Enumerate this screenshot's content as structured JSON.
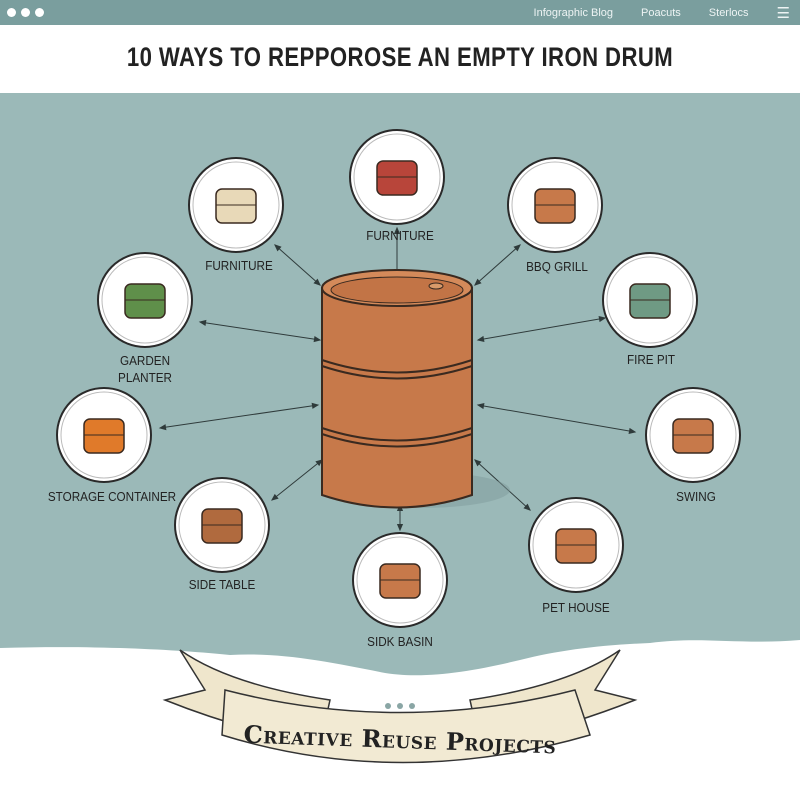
{
  "window": {
    "nav": [
      "Infographic Blog",
      "Poacuts",
      "Sterlocs"
    ],
    "menu_icon": "hamburger-icon"
  },
  "title": "10 WAYS TO REPPOROSE AN EMPTY IRON DRUM",
  "items": [
    {
      "label": "FURNITURE",
      "icon": "armchair-icon"
    },
    {
      "label": "FURNITURE",
      "icon": "grill-icon"
    },
    {
      "label": "BBQ GRILL",
      "icon": "drum-grill-icon"
    },
    {
      "label": "GARDEN PLANTER",
      "icon": "planter-icon"
    },
    {
      "label": "FIRE PIT",
      "icon": "tool-bin-icon"
    },
    {
      "label": "STORAGE CONTAINER",
      "icon": "campfire-icon"
    },
    {
      "label": "SWING",
      "icon": "swing-icon"
    },
    {
      "label": "SIDE TABLE",
      "icon": "doghouse-icon"
    },
    {
      "label": "SIDK BASIN",
      "icon": "sink-drum-icon"
    },
    {
      "label": "PET HOUSE",
      "icon": "sink-table-icon"
    }
  ],
  "banner": "Creative Reuse Projects",
  "colors": {
    "background": "#9bb9b8",
    "topbar": "#7a9e9e",
    "drum": "#c7794a",
    "banner": "#f2ead3"
  }
}
